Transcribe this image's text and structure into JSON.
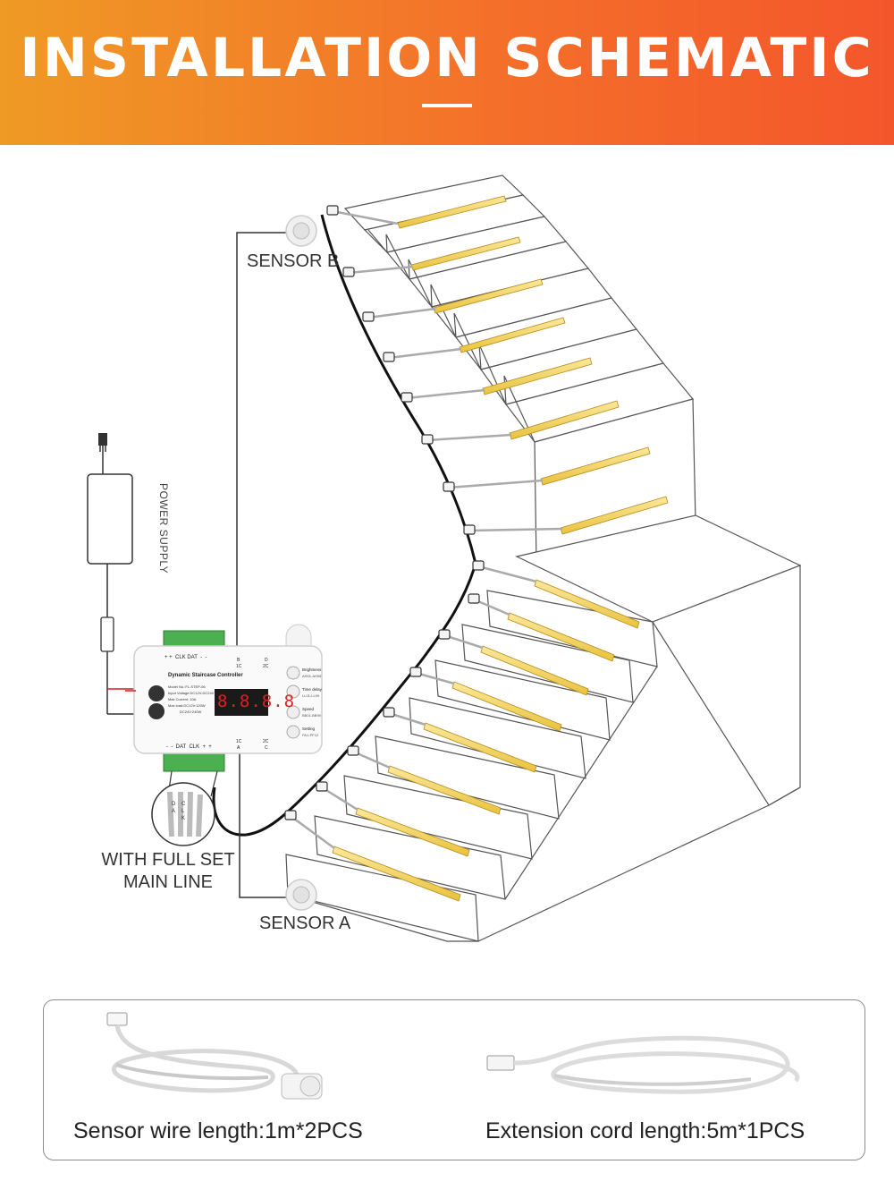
{
  "header": {
    "title": "INSTALLATION SCHEMATIC"
  },
  "labels": {
    "sensor_b": "SENSOR B",
    "sensor_a": "SENSOR A",
    "power_supply": "POWER SUPPLY",
    "main_line_1": "WITH FULL SET",
    "main_line_2": "MAIN LINE"
  },
  "controller": {
    "name": "Dynamic Staircase Controller",
    "display": "8.8.8.8",
    "top_terminal_label": "+ +  CLK DAT  -  -",
    "bottom_terminal_label": "-  -  DAT  CLK  +  +",
    "port_b": "B",
    "port_1c": "1C",
    "port_d": "D",
    "port_2c": "2C",
    "port_1c_a": "1C",
    "port_a": "A",
    "port_2c_c": "2C",
    "port_c": "C",
    "buttons": [
      "Brightness",
      "Time delay",
      "Speed",
      "Setting"
    ],
    "button_sub": [
      "AH01-AH08",
      "LL01-LL99",
      "BB01-BB99",
      "PA1-PF12"
    ],
    "specs": [
      "Model No.:FL-STEP-06",
      "Input Voltage:DC12V-DC24V",
      "Max Current: 10A",
      "Max load:DC12V:120W",
      "DC24V:240W"
    ],
    "wire_labels": [
      "D",
      "A",
      "C",
      "L",
      "K"
    ]
  },
  "accessories": [
    {
      "caption": "Sensor wire length:1m*2PCS"
    },
    {
      "caption": "Extension cord length:5m*1PCS"
    }
  ],
  "colors": {
    "banner_start": "#ef9a25",
    "banner_end": "#f4562b",
    "led_strip": "#f3d65a",
    "terminal_green": "#4caf50",
    "display_red": "#e02020"
  }
}
